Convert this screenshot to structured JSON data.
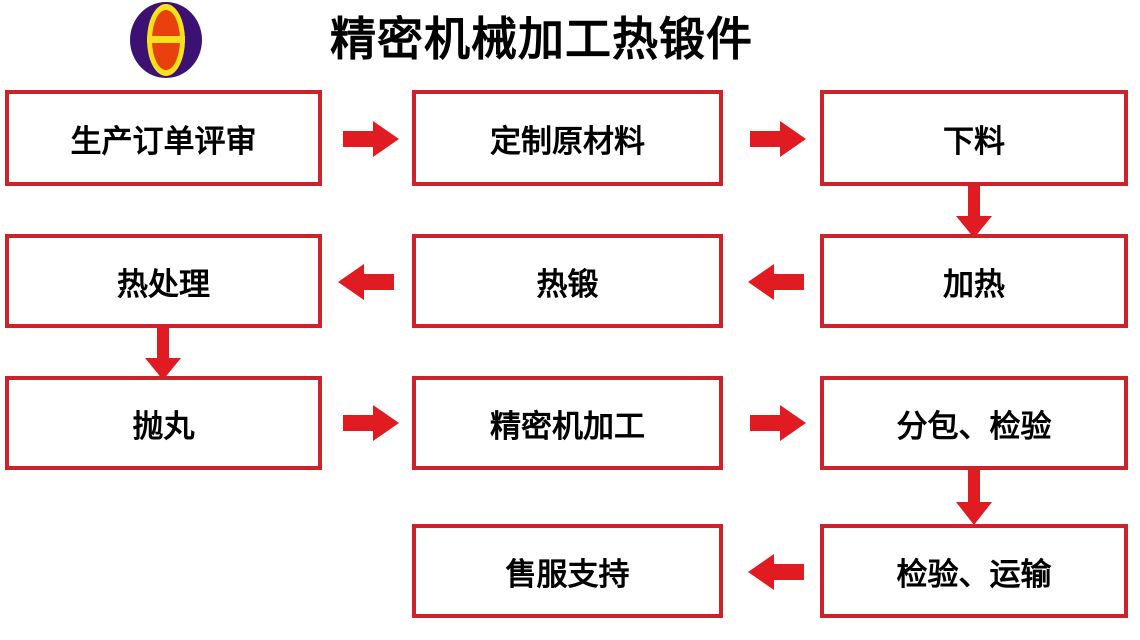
{
  "page": {
    "title": "精密机械加工热锻件",
    "background": "#ffffff",
    "accent_color": "#cc2229",
    "logo": {
      "name": "theta-oval-logo",
      "outer_color": "#3b1173",
      "ring_color": "#f6e11b",
      "inner_color": "#e8410d"
    }
  },
  "flowchart": {
    "type": "process-flow",
    "nodes": [
      {
        "id": "n1",
        "label": "生产订单评审",
        "row": 1,
        "col": 1
      },
      {
        "id": "n2",
        "label": "定制原材料",
        "row": 1,
        "col": 2
      },
      {
        "id": "n3",
        "label": "下料",
        "row": 1,
        "col": 3
      },
      {
        "id": "n4",
        "label": "热处理",
        "row": 2,
        "col": 1
      },
      {
        "id": "n5",
        "label": "热锻",
        "row": 2,
        "col": 2
      },
      {
        "id": "n6",
        "label": "加热",
        "row": 2,
        "col": 3
      },
      {
        "id": "n7",
        "label": "抛丸",
        "row": 3,
        "col": 1
      },
      {
        "id": "n8",
        "label": "精密机加工",
        "row": 3,
        "col": 2
      },
      {
        "id": "n9",
        "label": "分包、检验",
        "row": 3,
        "col": 3
      },
      {
        "id": "n10",
        "label": "售服支持",
        "row": 4,
        "col": 2
      },
      {
        "id": "n11",
        "label": "检验、运输",
        "row": 4,
        "col": 3
      }
    ],
    "arrows": [
      {
        "id": "a1",
        "from": "n1",
        "to": "n2",
        "direction": "right"
      },
      {
        "id": "a2",
        "from": "n2",
        "to": "n3",
        "direction": "right"
      },
      {
        "id": "a3",
        "from": "n3",
        "to": "n6",
        "direction": "down"
      },
      {
        "id": "a4",
        "from": "n6",
        "to": "n5",
        "direction": "left"
      },
      {
        "id": "a5",
        "from": "n5",
        "to": "n4",
        "direction": "left"
      },
      {
        "id": "a6",
        "from": "n4",
        "to": "n7",
        "direction": "down"
      },
      {
        "id": "a7",
        "from": "n7",
        "to": "n8",
        "direction": "right"
      },
      {
        "id": "a8",
        "from": "n8",
        "to": "n9",
        "direction": "right"
      },
      {
        "id": "a9",
        "from": "n9",
        "to": "n11",
        "direction": "down"
      },
      {
        "id": "a10",
        "from": "n11",
        "to": "n10",
        "direction": "left"
      }
    ]
  }
}
